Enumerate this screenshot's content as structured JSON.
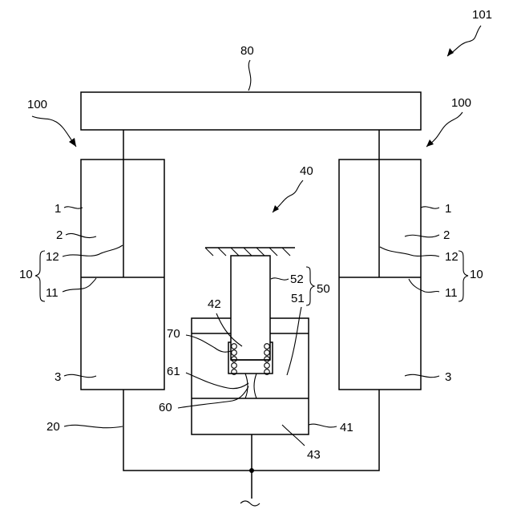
{
  "labels": {
    "assembly": "101",
    "top_plate": "80",
    "left_unit": "100",
    "right_unit": "100",
    "center_unit": "40",
    "cyl_1_left": "1",
    "cyl_1_right": "1",
    "chamber_2_left": "2",
    "chamber_2_right": "2",
    "rod_12_left": "12",
    "rod_12_right": "12",
    "group_10_left": "10",
    "group_10_right": "10",
    "piston_11_left": "11",
    "piston_11_right": "11",
    "chamber_3_left": "3",
    "chamber_3_right": "3",
    "line_20": "20",
    "center_52": "52",
    "center_50": "50",
    "center_51": "51",
    "center_42": "42",
    "center_70": "70",
    "center_61": "61",
    "center_60": "60",
    "center_41": "41",
    "center_43": "43"
  }
}
